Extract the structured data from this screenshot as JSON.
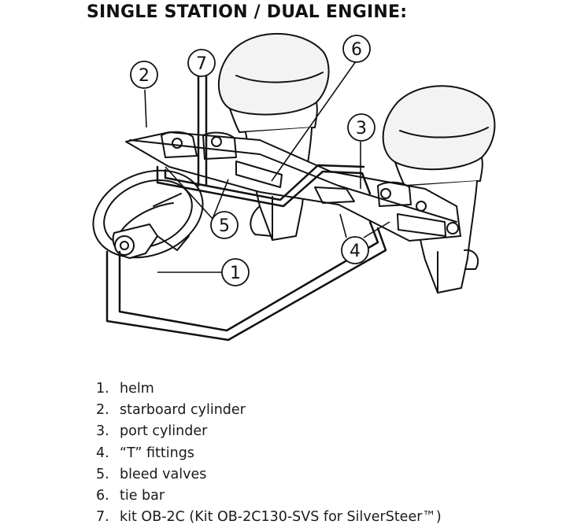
{
  "title": "SINGLE STATION / DUAL ENGINE:",
  "callouts": [
    {
      "num": "1"
    },
    {
      "num": "2"
    },
    {
      "num": "3"
    },
    {
      "num": "4"
    },
    {
      "num": "5"
    },
    {
      "num": "6"
    },
    {
      "num": "7"
    }
  ],
  "legend": [
    {
      "num": "1.",
      "text": "helm"
    },
    {
      "num": "2.",
      "text": "starboard cylinder"
    },
    {
      "num": "3.",
      "text": "port cylinder"
    },
    {
      "num": "4.",
      "text": "“T” fittings"
    },
    {
      "num": "5.",
      "text": "bleed valves"
    },
    {
      "num": "6.",
      "text": "tie bar"
    },
    {
      "num": "7.",
      "text": "kit OB-2C (Kit OB-2C130-SVS for SilverSteer™)"
    }
  ]
}
